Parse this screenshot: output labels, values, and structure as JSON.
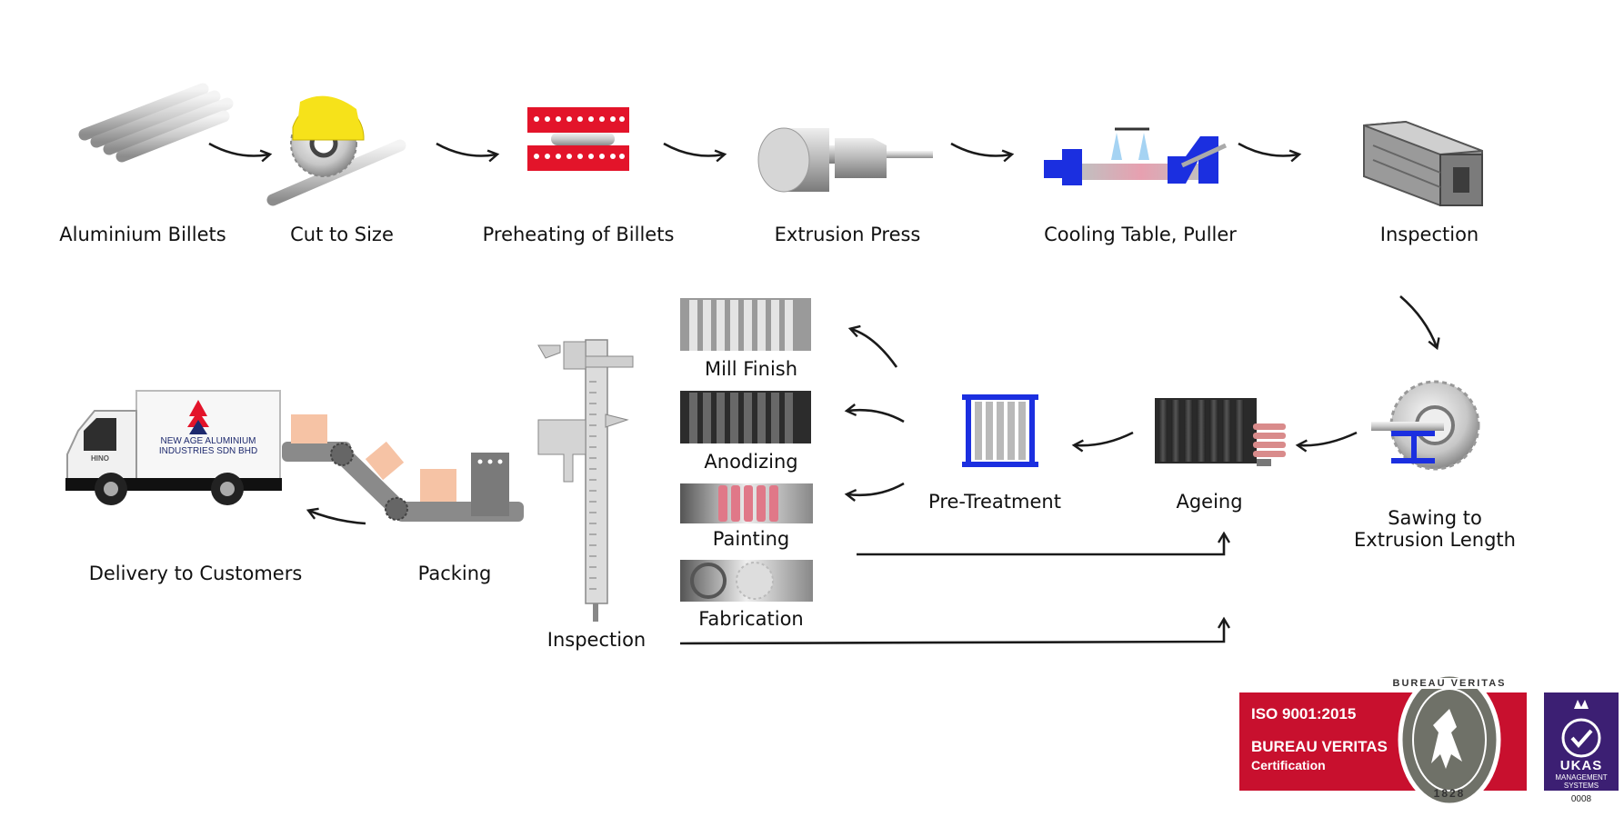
{
  "row1": {
    "billets": "Aluminium Billets",
    "cut": "Cut to Size",
    "preheat": "Preheating of Billets",
    "press": "Extrusion Press",
    "cooling": "Cooling Table, Puller",
    "inspection": "Inspection"
  },
  "row2": {
    "sawing_line1": "Sawing to",
    "sawing_line2": "Extrusion Length",
    "ageing": "Ageing",
    "pretreatment": "Pre-Treatment",
    "mill_finish": "Mill Finish",
    "anodizing": "Anodizing",
    "painting": "Painting",
    "fabrication": "Fabrication",
    "inspection": "Inspection",
    "packing": "Packing",
    "delivery": "Delivery to Customers"
  },
  "truck": {
    "company_line1": "NEW AGE ALUMINIUM",
    "company_line2": "INDUSTRIES SDN BHD",
    "cab_badge": "HINO"
  },
  "certification": {
    "iso": "ISO 9001:2015",
    "bureau": "BUREAU VERITAS",
    "cert": "Certification",
    "seal_top": "BUREAU VERITAS",
    "seal_year": "1828",
    "ukas_name": "UKAS",
    "ukas_line1": "MANAGEMENT",
    "ukas_line2": "SYSTEMS",
    "ukas_number": "0008"
  },
  "colors": {
    "cert_red": "#c8102e",
    "ukas_purple": "#3c1f73",
    "machine_blue": "#1b2fe0",
    "saw_yellow": "#f6e21a",
    "heater_red": "#e3142a",
    "box_peach": "#f6c3a5",
    "paint_pink": "#e07888"
  }
}
